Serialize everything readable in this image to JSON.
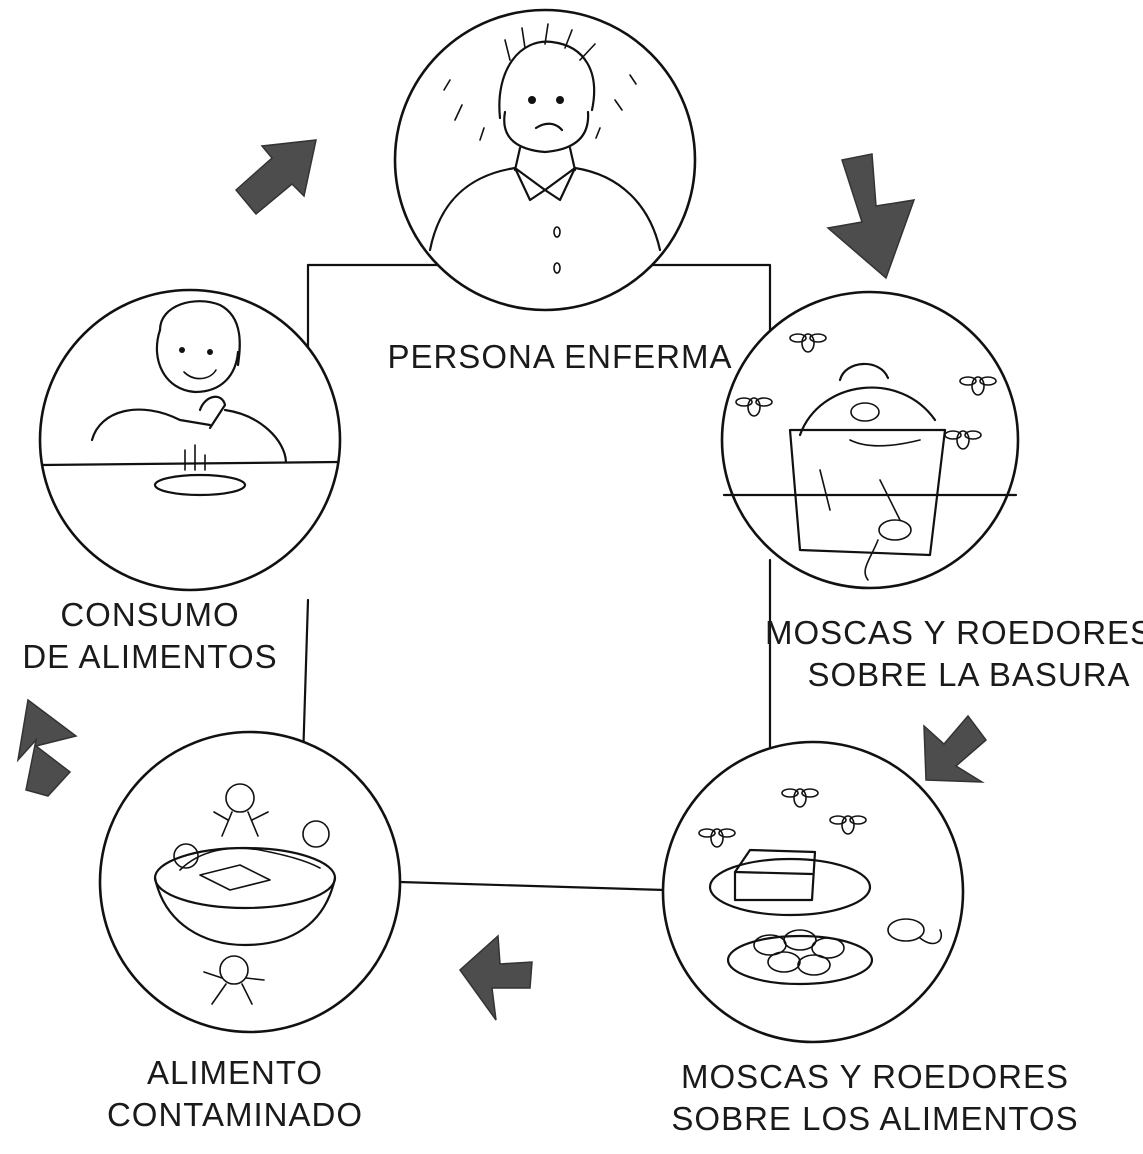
{
  "diagram": {
    "nodes": [
      {
        "id": "sick",
        "lines": [
          "PERSONA ENFERMA"
        ]
      },
      {
        "id": "garbage",
        "lines": [
          "MOSCAS Y ROEDORES",
          "SOBRE LA BASURA"
        ]
      },
      {
        "id": "food-pests",
        "lines": [
          "MOSCAS Y ROEDORES",
          "SOBRE LOS ALIMENTOS"
        ]
      },
      {
        "id": "contaminated",
        "lines": [
          "ALIMENTO",
          "CONTAMINADO"
        ]
      },
      {
        "id": "consumption",
        "lines": [
          "CONSUMO",
          "DE ALIMENTOS"
        ]
      }
    ],
    "colors": {
      "ink": "#111111",
      "arrow": "#4d4d4d",
      "background": "#ffffff"
    }
  }
}
